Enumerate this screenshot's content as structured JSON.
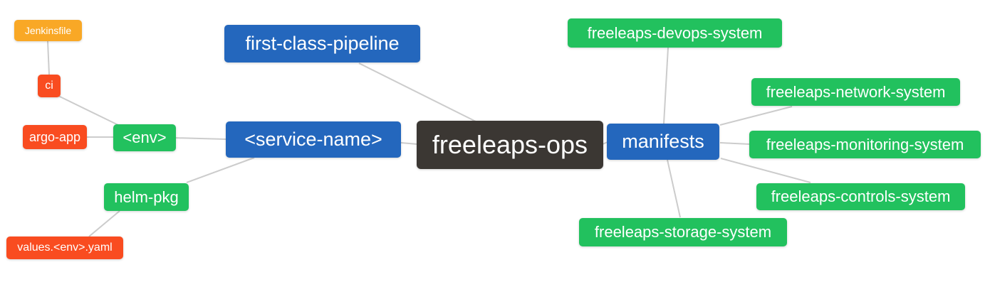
{
  "palette": {
    "root_bg": "#3B3733",
    "branch_blue": "#2467BD",
    "leaf_green": "#22C15E",
    "leaf_red": "#F94C20",
    "leaf_amber": "#F9A826",
    "edge_color": "#CCCCCC",
    "node_text_color": "#FFFFFF"
  },
  "nodes": {
    "freeleaps_ops": {
      "label": "freeleaps-ops",
      "color": "#3B3733"
    },
    "first_class_pipeline": {
      "label": "first-class-pipeline",
      "color": "#2467BD"
    },
    "service_name": {
      "label": "<service-name>",
      "color": "#2467BD"
    },
    "manifests": {
      "label": "manifests",
      "color": "#2467BD"
    },
    "env": {
      "label": "<env>",
      "color": "#22C15E"
    },
    "helm_pkg": {
      "label": "helm-pkg",
      "color": "#22C15E"
    },
    "jenkinsfile": {
      "label": "Jenkinsfile",
      "color": "#F9A826"
    },
    "ci": {
      "label": "ci",
      "color": "#F94C20"
    },
    "argo_app": {
      "label": "argo-app",
      "color": "#F94C20"
    },
    "values_env_yaml": {
      "label": "values.<env>.yaml",
      "color": "#F94C20"
    },
    "devops_system": {
      "label": "freeleaps-devops-system",
      "color": "#22C15E"
    },
    "network_system": {
      "label": "freeleaps-network-system",
      "color": "#22C15E"
    },
    "monitoring_system": {
      "label": "freeleaps-monitoring-system",
      "color": "#22C15E"
    },
    "controls_system": {
      "label": "freeleaps-controls-system",
      "color": "#22C15E"
    },
    "storage_system": {
      "label": "freeleaps-storage-system",
      "color": "#22C15E"
    }
  },
  "edges": [
    [
      "jenkinsfile",
      "ci"
    ],
    [
      "ci",
      "env"
    ],
    [
      "argo_app",
      "env"
    ],
    [
      "env",
      "service_name"
    ],
    [
      "helm_pkg",
      "service_name"
    ],
    [
      "values_env_yaml",
      "helm_pkg"
    ],
    [
      "first_class_pipeline",
      "freeleaps_ops"
    ],
    [
      "service_name",
      "freeleaps_ops"
    ],
    [
      "freeleaps_ops",
      "manifests"
    ],
    [
      "manifests",
      "devops_system"
    ],
    [
      "manifests",
      "network_system"
    ],
    [
      "manifests",
      "monitoring_system"
    ],
    [
      "manifests",
      "controls_system"
    ],
    [
      "manifests",
      "storage_system"
    ]
  ]
}
